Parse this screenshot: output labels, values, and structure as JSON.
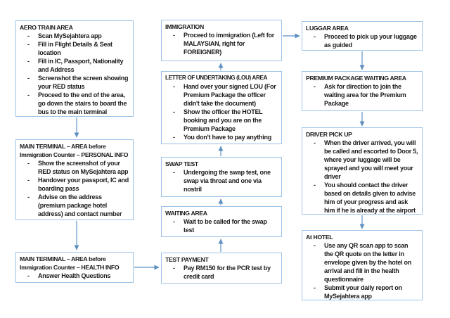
{
  "bullet_glyph": "-",
  "colors": {
    "box_border": "#9DC3E6",
    "arrow": "#76A3CE",
    "arrow_head": "#5D8FC0",
    "text": "#1A1A1A"
  },
  "boxes": {
    "aero_train": {
      "title": "AERO TRAIN AREA",
      "bullets": [
        "Scan MySejahtera app",
        "Fill in Flight Details & Seat location",
        "Fill in IC, Passport, Nationality and Address",
        "Screenshot the screen showing your RED status",
        "Proceed to the end of the area, go down the stairs to board the bus to the main terminal"
      ]
    },
    "personal_info": {
      "title": "MAIN TERMINAL – AREA before Immigration Counter – PERSONAL INFO",
      "bullets": [
        "Show the screenshot of your RED status on MySejahtera app",
        "Handover your passport, IC and boarding pass",
        "Advise on the address (premium package hotel address) and contact number"
      ]
    },
    "health_info": {
      "title": "MAIN TERMINAL – AREA before Immigration Counter – HEALTH INFO",
      "bullets": [
        "Answer Health Questions"
      ]
    },
    "immigration": {
      "title": "IMMIGRATION",
      "bullets": [
        "Proceed to immigration (Left for MALAYSIAN, right for FOREIGNER)"
      ]
    },
    "lou": {
      "title": "LETTER OF UNDERTAKING  (LOU) AREA",
      "bullets": [
        "Hand over your signed LOU (For Premium Package the officer didn't take the document)",
        "Show the officer the HOTEL booking and you are on the Premium Package",
        "You don't have to pay anything"
      ]
    },
    "swap_test": {
      "title": "SWAP TEST",
      "bullets": [
        "Undergoing the swap test, one swap via throat and one via nostril"
      ]
    },
    "waiting_area": {
      "title": "WAITING AREA",
      "bullets": [
        "Wait to be called for the swap test"
      ]
    },
    "test_payment": {
      "title": "TEST PAYMENT",
      "bullets": [
        "Pay RM150 for the PCR test by credit card"
      ]
    },
    "luggar": {
      "title": "LUGGAR AREA",
      "bullets": [
        "Proceed to pick up your luggage as guided"
      ]
    },
    "premium": {
      "title": "PREMIUM PACKAGE WAITING AREA",
      "bullets": [
        "Ask for direction to join the waiting area for the Premium Package"
      ]
    },
    "driver": {
      "title": "DRIVER PICK UP",
      "bullets": [
        "When the driver arrived, you will be called and escorted to Door 5, where your luggage will be sprayed and you will meet your driver",
        "You should contact the driver based on details given to advise him of your progress and ask him if he is already at the airport"
      ]
    },
    "at_hotel": {
      "title": "At HOTEL",
      "bullets": [
        "Use any QR scan app to scan the QR quote on the letter in envelope given by the hotel on arrival and fill in the health questionnaire",
        "Submit your daily report on MySejahtera app"
      ]
    }
  }
}
